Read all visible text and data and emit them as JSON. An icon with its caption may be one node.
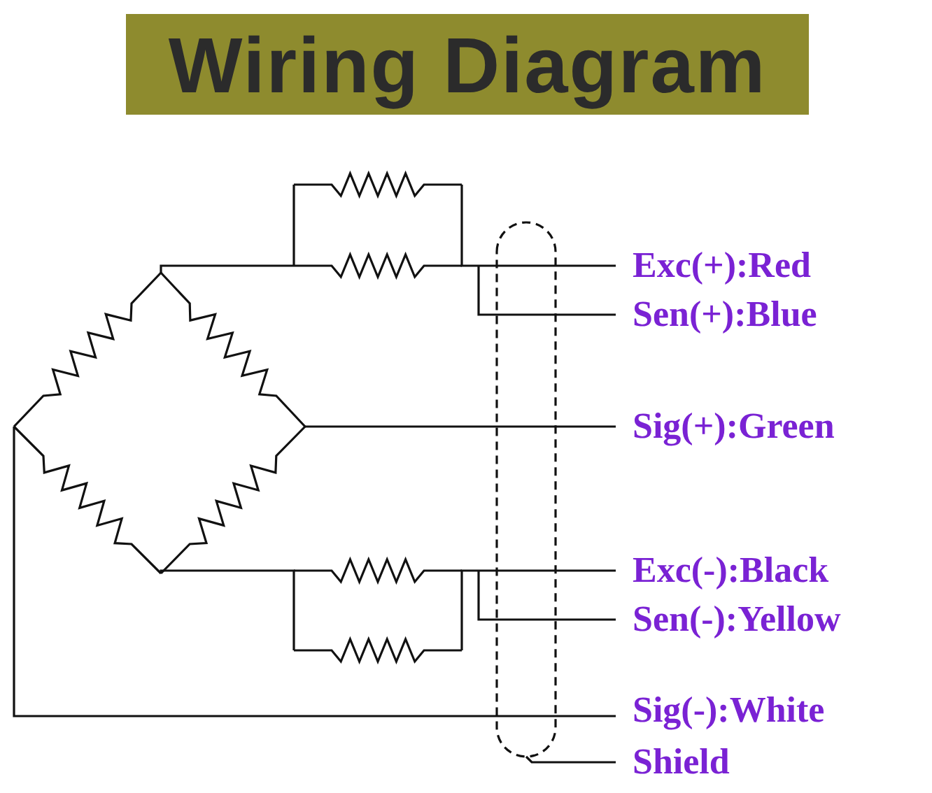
{
  "diagram": {
    "title": "Wiring Diagram",
    "labels": [
      "Exc(+):Red",
      "Sen(+):Blue",
      "Sig(+):Green",
      "Exc(-):Black",
      "Sen(-):Yellow",
      "Sig(-):White",
      "Shield"
    ]
  }
}
